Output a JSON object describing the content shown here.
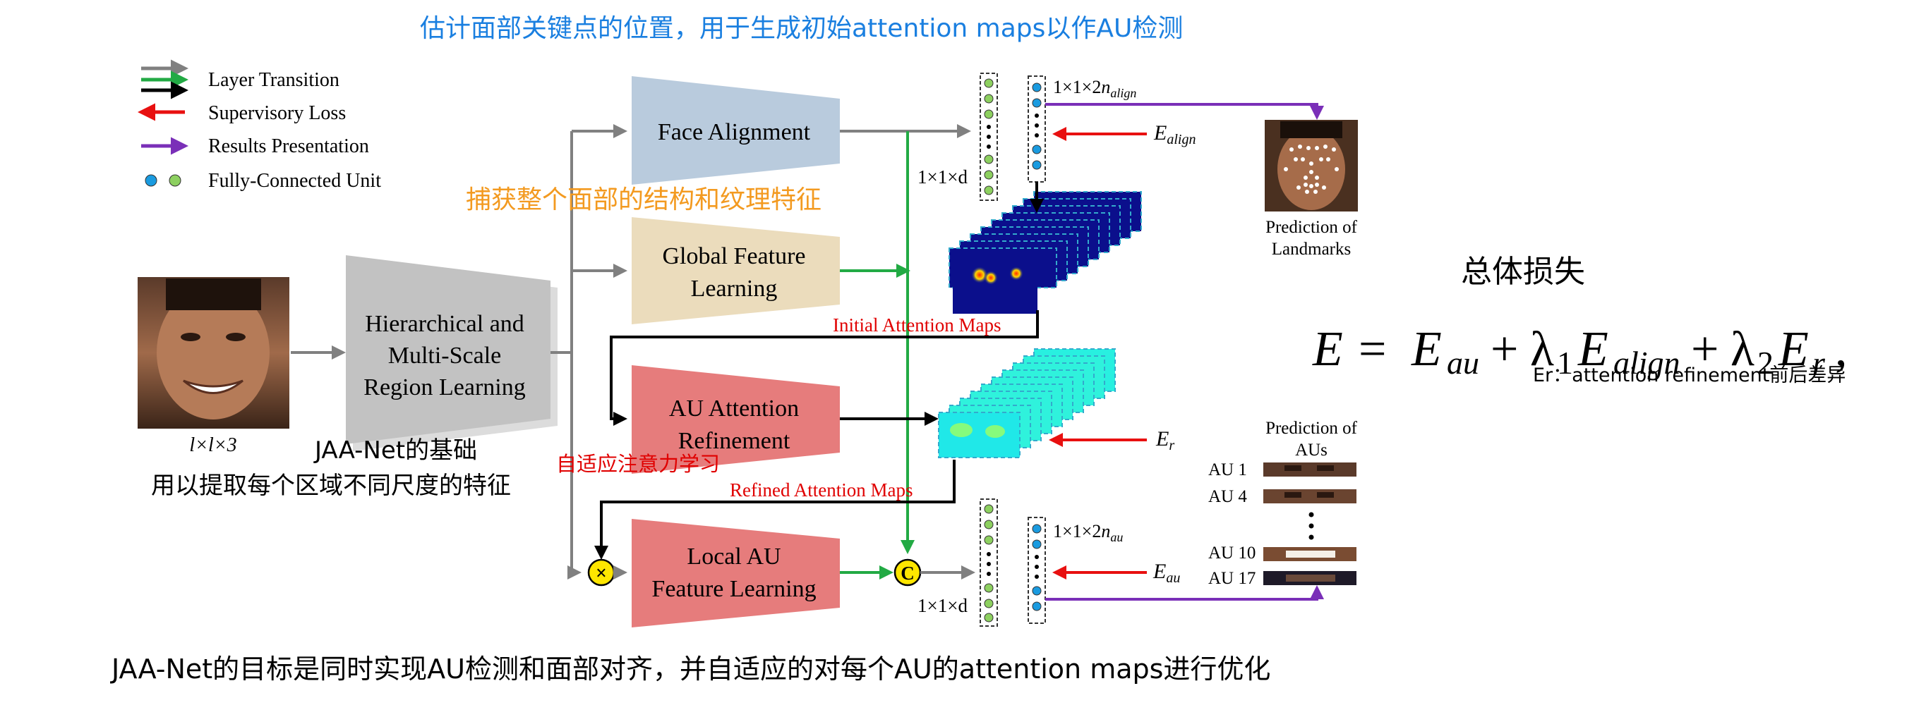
{
  "annotations": {
    "top_blue": "估计面部关键点的位置，用于生成初始attention maps以作AU检测",
    "orange": "捕获整个面部的结构和纹理特征",
    "base_line1": "JAA-Net的基础",
    "base_line2": "用以提取每个区域不同尺度的特征",
    "red_adaptive": "自适应注意力学习",
    "total_loss": "总体损失",
    "er_note": "Er：attention refinement前后差异",
    "bottom_goal": "JAA-Net的目标是同时实现AU检测和面部对齐，并自适应的对每个AU的attention maps进行优化"
  },
  "legend": {
    "layer_transition": "Layer Transition",
    "supervisory_loss": "Supervisory Loss",
    "results_presentation": "Results Presentation",
    "fc_unit": "Fully-Connected Unit"
  },
  "input": {
    "label": "l×l×3"
  },
  "modules": {
    "hms": [
      "Hierarchical and",
      "Multi-Scale",
      "Region Learning"
    ],
    "face_alignment": "Face Alignment",
    "global_feature": [
      "Global Feature",
      "Learning"
    ],
    "au_attention": [
      "AU Attention",
      "Refinement"
    ],
    "local_au": [
      "Local AU",
      "Feature Learning"
    ]
  },
  "maps": {
    "initial": "Initial Attention Maps",
    "refined": "Refined Attention Maps"
  },
  "fc_labels": {
    "d_top": "1×1×d",
    "d_bottom": "1×1×d",
    "align_prefix": "1×1×2",
    "align_sub": "align",
    "au_prefix": "1×1×2",
    "au_sub": "au"
  },
  "losses": {
    "e_align": "E",
    "e_align_sub": "align",
    "e_r": "E",
    "e_r_sub": "r",
    "e_au": "E",
    "e_au_sub": "au"
  },
  "operators": {
    "multiply": "×",
    "concat": "C"
  },
  "predictions": {
    "landmarks": [
      "Prediction of",
      "Landmarks"
    ],
    "aus_title": [
      "Prediction of",
      "AUs"
    ],
    "au_labels": [
      "AU 1",
      "AU 4",
      "AU 10",
      "AU 17"
    ]
  },
  "formula": "E = E_au + λ1 E_align + λ2 E_r ,",
  "colors": {
    "gray_arrow": "#808080",
    "green_arrow": "#22aa44",
    "black_arrow": "#000000",
    "red_arrow": "#e81010",
    "purple_arrow": "#7a2fb8",
    "face_alignment_fill": "#b9cbdd",
    "global_feature_fill": "#ebdcbc",
    "au_module_fill": "#e67c7c",
    "hms_fill": "#c2c2c2",
    "blue_text": "#1a7fe0",
    "orange_text": "#f39a20",
    "red_text": "#e00000"
  }
}
